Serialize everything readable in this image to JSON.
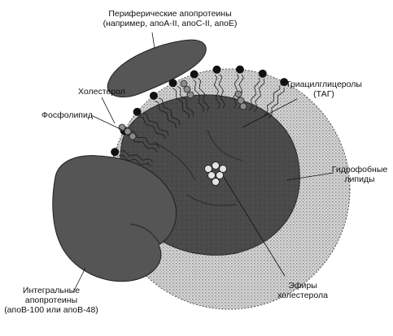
{
  "labels": {
    "peripheral_line1": "Периферические апопротеины",
    "peripheral_line2": "(например, апоА-II, апоС-II, апоЕ)",
    "cholesterol": "Холестерол",
    "phospholipid": "Фосфолипид",
    "triacylglycerols_line1": "Триацилглицеролы",
    "triacylglycerols_line2": "(ТАГ)",
    "hydrophobic_line1": "Гидрофобные",
    "hydrophobic_line2": "липиды",
    "cholesterol_esters_line1": "Эфиры",
    "cholesterol_esters_line2": "холестерола",
    "integral_line1": "Интегральные",
    "integral_line2": "апопротеины",
    "integral_line3": "(апоВ-100 или апоВ-48)"
  },
  "colors": {
    "outer_shell": "#c9c9c9",
    "core": "#4a4a4a",
    "protein": "#555555",
    "head": "#111111",
    "ester": "#dddddd"
  }
}
